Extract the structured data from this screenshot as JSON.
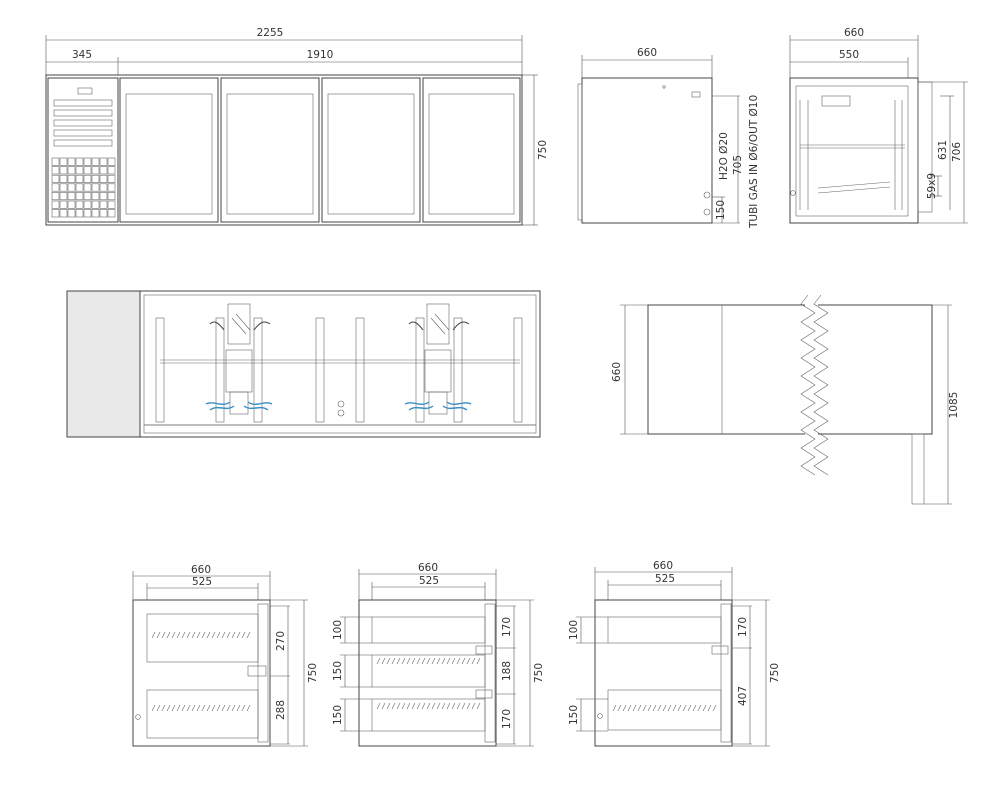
{
  "dims": {
    "front_total": "2255",
    "front_left": "345",
    "front_right": "1910",
    "front_height": "750",
    "side_depth": "660",
    "pipe_h2o": "H2O Ø20",
    "pipe_705": "705",
    "pipe_150": "150",
    "pipe_gas": "TUBI GAS IN Ø6/OUT Ø10",
    "sec_660": "660",
    "sec_550": "550",
    "sec_706": "706",
    "sec_631": "631",
    "sec_59x9": "59x9",
    "plan_660": "660",
    "plan_1085": "1085",
    "d1_660": "660",
    "d1_525": "525",
    "d1_270": "270",
    "d1_288": "288",
    "d1_750": "750",
    "d2_660": "660",
    "d2_525": "525",
    "d2_100": "100",
    "d2_150a": "150",
    "d2_150b": "150",
    "d2_170a": "170",
    "d2_188": "188",
    "d2_170b": "170",
    "d2_750": "750",
    "d3_660": "660",
    "d3_525": "525",
    "d3_100": "100",
    "d3_150": "150",
    "d3_170": "170",
    "d3_407": "407",
    "d3_750": "750"
  },
  "colors": {
    "line": "#444444",
    "airflow": "#3a8fc4",
    "panel": "#e9e9e9"
  }
}
